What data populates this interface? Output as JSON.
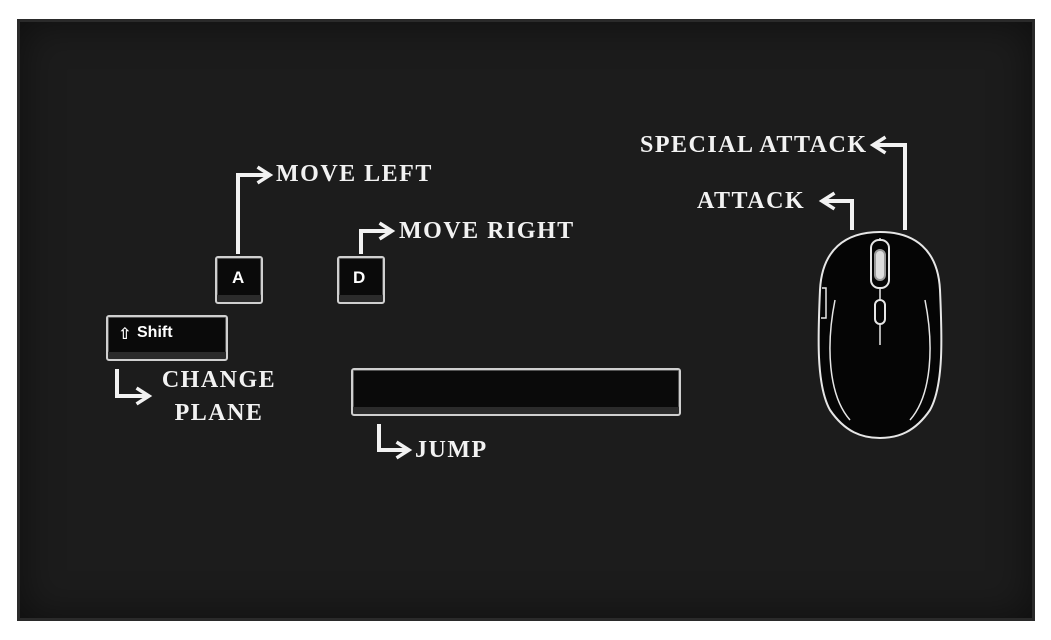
{
  "controls": {
    "move_left": "MOVE LEFT",
    "move_right": "MOVE RIGHT",
    "change_plane_line1": "CHANGE",
    "change_plane_line2": "PLANE",
    "jump": "JUMP",
    "attack": "ATTACK",
    "special_attack": "SPECIAL ATTACK"
  },
  "keys": {
    "a": "A",
    "d": "D",
    "shift_symbol": "⇧",
    "shift": "Shift"
  },
  "colors": {
    "background": "#1c1c1c",
    "text": "#f2f2f2",
    "key_face": "#0a0a0a",
    "key_outline": "#cfcfcf"
  }
}
